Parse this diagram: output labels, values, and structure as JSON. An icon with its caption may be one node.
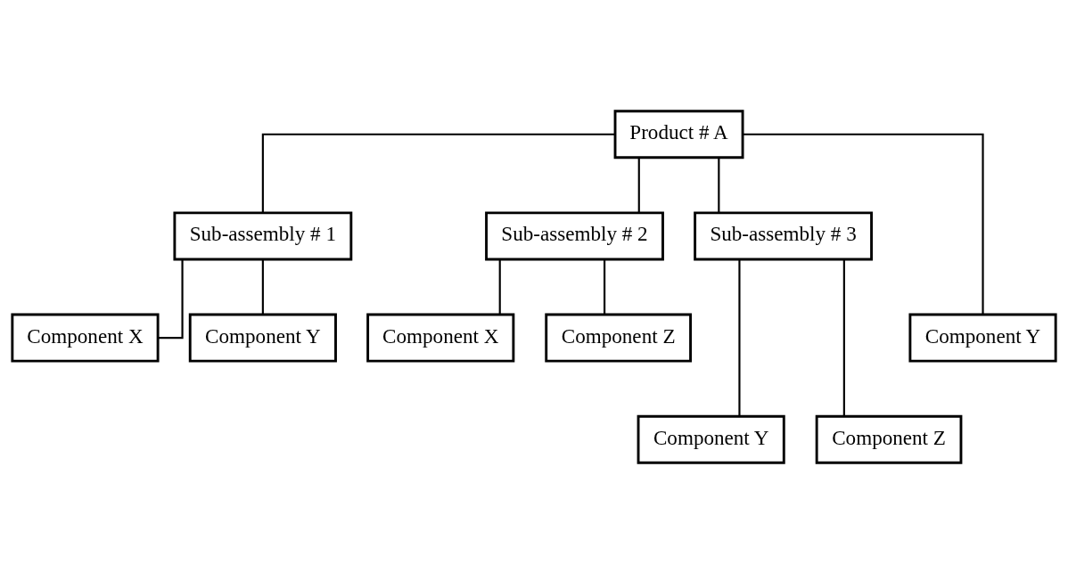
{
  "diagram": {
    "nodes": [
      {
        "text": [
          "Product # A"
        ]
      },
      {
        "text": [
          "Sub-assembly # 1"
        ]
      },
      {
        "text": [
          "Sub-assembly # 2"
        ]
      },
      {
        "text": [
          "Sub-assembly # 3"
        ]
      },
      {
        "text": [
          "Component X"
        ]
      },
      {
        "text": [
          "Component Y"
        ]
      },
      {
        "text": [
          "Component X"
        ]
      },
      {
        "text": [
          "Component Z"
        ]
      },
      {
        "text": [
          "Component Y"
        ]
      },
      {
        "text": [
          "Component Y"
        ]
      },
      {
        "text": [
          "Component Z"
        ]
      }
    ],
    "edges": [
      {
        "from": 0,
        "to": 1,
        "arrow": "none"
      },
      {
        "from": 0,
        "to": 8,
        "arrow": "none"
      },
      {
        "from": 0,
        "to": 2,
        "arrow": "none"
      },
      {
        "from": 0,
        "to": 3,
        "arrow": "none"
      },
      {
        "from": 1,
        "to": 4,
        "arrow": "none"
      },
      {
        "from": 1,
        "to": 5,
        "arrow": "none"
      },
      {
        "from": 2,
        "to": 6,
        "arrow": "none"
      },
      {
        "from": 2,
        "to": 7,
        "arrow": "none"
      },
      {
        "from": 3,
        "to": 9,
        "arrow": "none"
      },
      {
        "from": 3,
        "to": 10,
        "arrow": "none"
      }
    ]
  }
}
